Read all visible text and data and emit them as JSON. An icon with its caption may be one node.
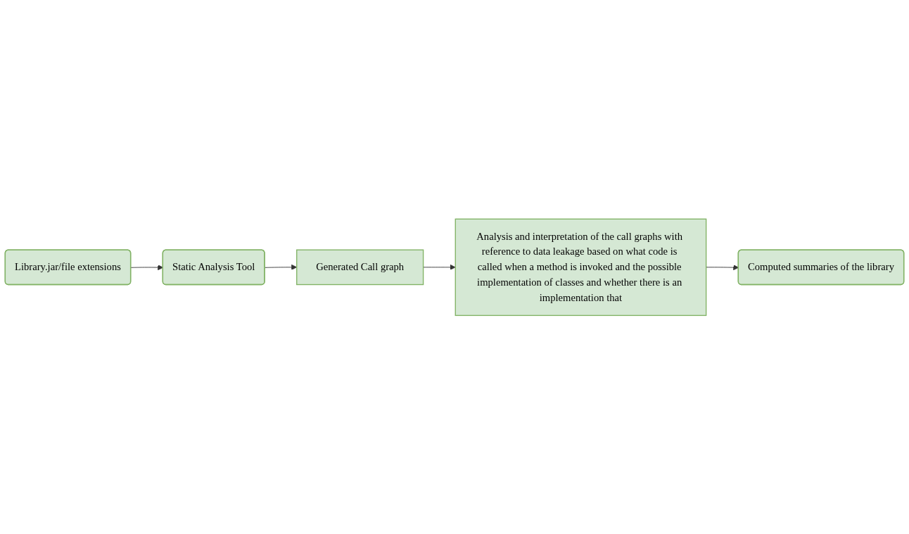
{
  "diagram": {
    "nodes": [
      {
        "text": [
          "Library.jar/file extensions"
        ]
      },
      {
        "text": [
          "Static Analysis Tool"
        ]
      },
      {
        "text": [
          "Generated Call graph"
        ]
      },
      {
        "text": [
          "Analysis and interpretation of the call graphs with reference to data leakage based on what code is called when a method is invoked and the possible implementation of classes and whether there is an implementation that"
        ]
      },
      {
        "text": [
          "Computed summaries of the library"
        ]
      }
    ],
    "edges": [
      {
        "from": 0,
        "to": 1,
        "arrow": "to"
      },
      {
        "from": 1,
        "to": 2,
        "arrow": "to"
      },
      {
        "from": 2,
        "to": 3,
        "arrow": "to"
      },
      {
        "from": 3,
        "to": 4,
        "arrow": "to"
      }
    ]
  }
}
